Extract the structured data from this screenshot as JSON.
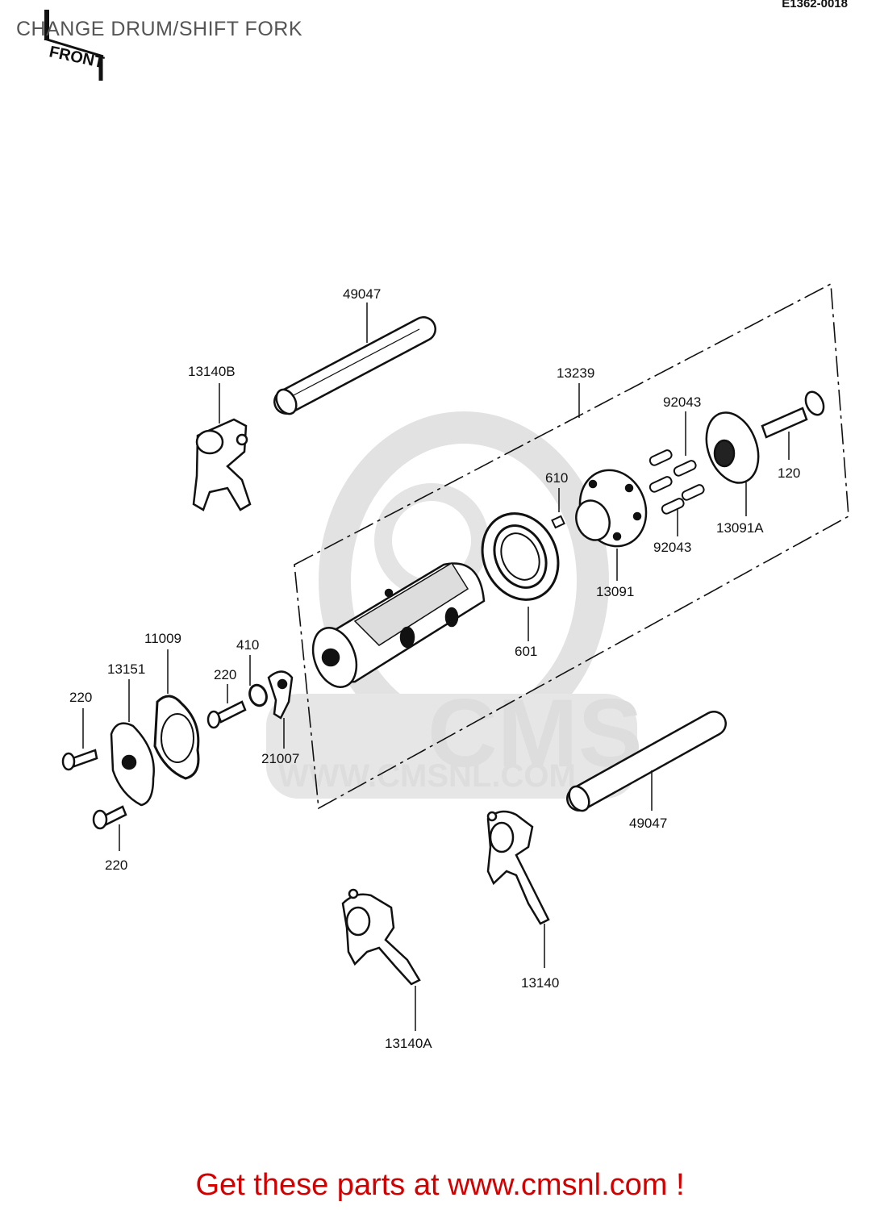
{
  "header": {
    "title": "CHANGE DRUM/SHIFT FORK",
    "diagram_id": "E1362-0018"
  },
  "front_indicator": "FRONT",
  "watermark": {
    "brand": "CMS",
    "url": "WWW.CMSNL.COM"
  },
  "part_labels": {
    "shaft_upper": "49047",
    "fork_13140b": "13140B",
    "drum_assy": "13239",
    "pin_610": "610",
    "pins_upper": "92043",
    "bolt_120": "120",
    "plate_13091a": "13091A",
    "pins_lower": "92043",
    "holder_13091": "13091",
    "bearing_601": "601",
    "gasket_11009": "11009",
    "washer_410": "410",
    "bolt_220_mid": "220",
    "cover_13151": "13151",
    "bolt_220_left": "220",
    "lever_21007": "21007",
    "bolt_220_bottom": "220",
    "shaft_lower": "49047",
    "fork_13140": "13140",
    "fork_13140a": "13140A"
  },
  "footer": {
    "cta": "Get these parts at www.cmsnl.com !"
  },
  "colors": {
    "line": "#111111",
    "watermark": "#dddddd",
    "footer": "#d40000"
  }
}
